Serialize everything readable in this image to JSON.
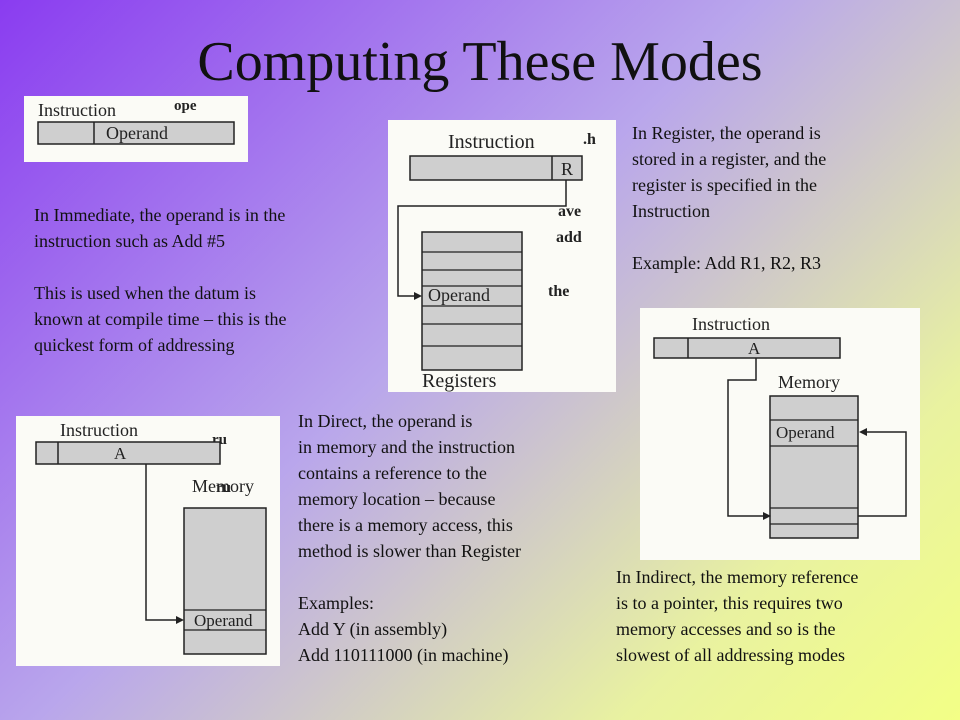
{
  "slide": {
    "title": "Computing These Modes"
  },
  "immediate": {
    "fig": {
      "instruction": "Instruction",
      "operand": "Operand"
    },
    "para1_line1": "In Immediate, the operand is in the",
    "para1_line2": "instruction such as Add #5",
    "para2_line1": "This is used when the datum is",
    "para2_line2": "known at compile time – this is the",
    "para2_line3": "quickest form of addressing"
  },
  "register": {
    "fig": {
      "instruction": "Instruction",
      "reg": "R",
      "operand": "Operand",
      "registers": "Registers"
    },
    "line1": "In Register, the operand is",
    "line2": "stored in a register, and the",
    "line3": "register is specified in the",
    "line4": "Instruction",
    "example": "Example:  Add R1, R2, R3"
  },
  "direct": {
    "fig": {
      "instruction": "Instruction",
      "addr": "A",
      "memory": "Memory",
      "operand": "Operand"
    },
    "line1": "In Direct, the operand is",
    "line2": "in memory and the instruction",
    "line3": "contains a reference to the",
    "line4": "memory location – because",
    "line5": "there is a memory access, this",
    "line6": "method is slower than Register",
    "examples_label": "Examples:",
    "example1": "Add Y (in assembly)",
    "example2": "Add 110111000 (in machine)"
  },
  "indirect": {
    "fig": {
      "instruction": "Instruction",
      "addr": "A",
      "memory": "Memory",
      "operand": "Operand"
    },
    "line1": "In Indirect, the memory reference",
    "line2": "is to a pointer, this requires two",
    "line3": "memory accesses and so is the",
    "line4": "slowest of all addressing modes"
  },
  "colors": {
    "gradient_start": "#8a3cf0",
    "gradient_end": "#f3ff86",
    "box_fill": "#cfcfcf"
  }
}
